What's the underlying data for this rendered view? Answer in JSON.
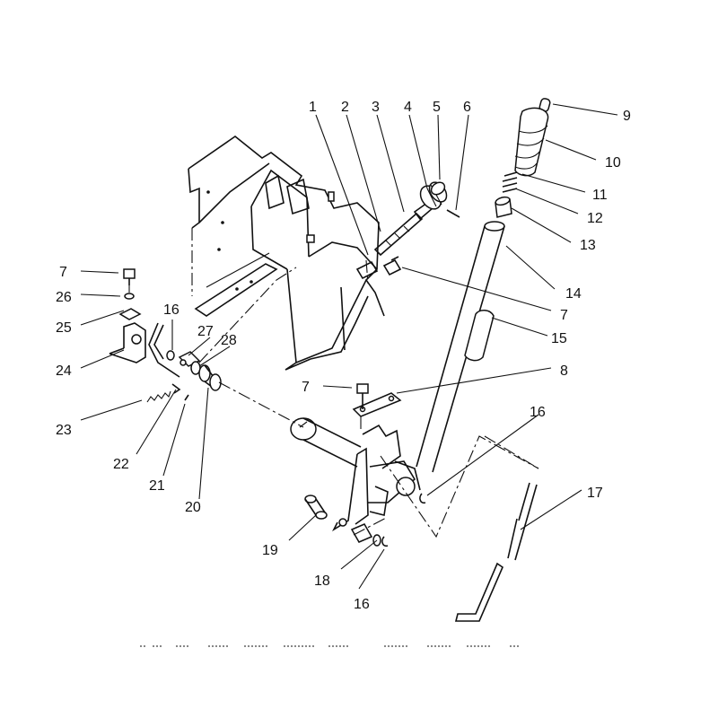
{
  "callouts": {
    "c1": "1",
    "c2": "2",
    "c3": "3",
    "c4": "4",
    "c5": "5",
    "c6": "6",
    "c7a": "7",
    "c7b": "7",
    "c7c": "7",
    "c8": "8",
    "c9": "9",
    "c10": "10",
    "c11": "11",
    "c12": "12",
    "c13": "13",
    "c14": "14",
    "c15": "15",
    "c16a": "16",
    "c16b": "16",
    "c16c": "16",
    "c17": "17",
    "c18": "18",
    "c19": "19",
    "c20": "20",
    "c21": "21",
    "c22": "22",
    "c23": "23",
    "c24": "24",
    "c25": "25",
    "c26": "26",
    "c27": "27",
    "c28": "28"
  },
  "colors": {
    "ink": "#111111",
    "paper": "#ffffff"
  }
}
